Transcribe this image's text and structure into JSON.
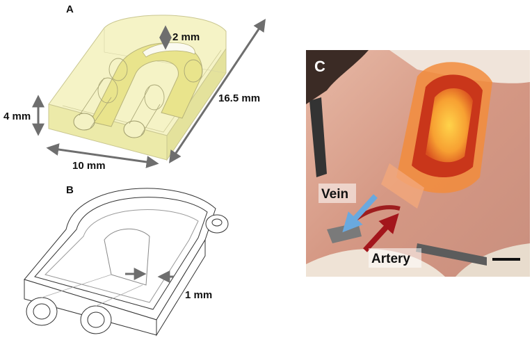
{
  "panels": {
    "a": {
      "label": "A",
      "dims": {
        "height": "2 mm",
        "depth": "4 mm",
        "length": "16.5 mm",
        "width": "10 mm"
      }
    },
    "b": {
      "label": "B",
      "dims": {
        "wall": "1 mm"
      }
    },
    "c": {
      "label": "C",
      "tags": {
        "vein": "Vein",
        "artery": "Artery"
      }
    }
  },
  "colors": {
    "device_fill": "#f3f1b8",
    "device_stroke": "#c9c690",
    "dimension_arrow": "#6e6e6e",
    "vein_arrow": "#6aa9df",
    "artery_arrow": "#a3161c",
    "tissue": "#d9a08a"
  }
}
